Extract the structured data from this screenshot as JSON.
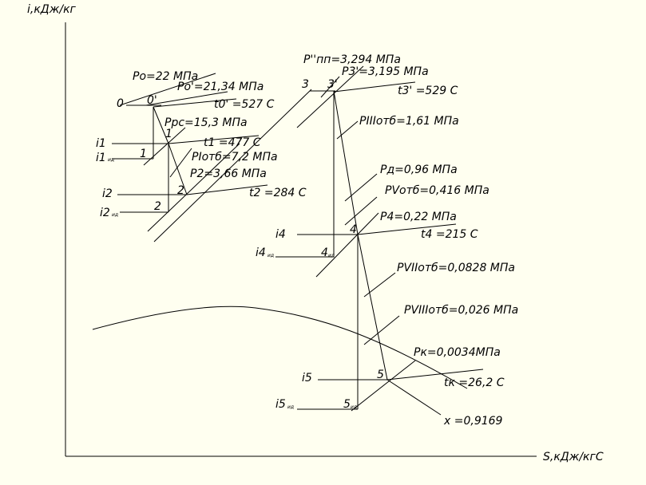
{
  "axes": {
    "y_label": "i,кДж/кг",
    "x_label": "S,кДж/кгС"
  },
  "points": {
    "p0": "0",
    "p0p": "0'",
    "p1": "1",
    "p1b": "1",
    "p2": "2",
    "p2b": "2",
    "p3": "3",
    "p3p": "3'",
    "p4": "4",
    "p4b": "4",
    "p5": "5",
    "p5b": "5"
  },
  "enthalpy_labels": {
    "i1": "i1",
    "i1_main": "i1",
    "i1_sub": "ид",
    "i2": "i2",
    "i2_main": "i2",
    "i2_sub": "ид",
    "i4": "i4",
    "i4_main": "i4",
    "i4_sub": "ид",
    "i5": "i5",
    "i5_main": "i5",
    "i5_sub": "ид",
    "p4b_sub": "ид",
    "p5b_sub": "ид"
  },
  "pressures": {
    "po": "Po=22 МПа",
    "po_p": "Po'=21,34 МПа",
    "ppc": "Ррс=15,3 МПа",
    "p1otb": "РIотб=7,2 МПа",
    "p2": "Р2=3,66 МПа",
    "ppp": "Р''пп=3,294 МПа",
    "p3p": "Р3'=3,195 МПа",
    "p3otb": "РIIIотб=1,61 МПа",
    "pd": "Рд=0,96 МПа",
    "p5otb": "РVотб=0,416 МПа",
    "p4": "Р4=0,22 МПа",
    "p7otb": "РVIIотб=0,0828 МПа",
    "p8otb": "РVIIIотб=0,026 МПа",
    "pk": "Рк=0,0034МПа"
  },
  "temperatures": {
    "t0p": "t0' =527 С",
    "t1": "t1 =477 С",
    "t2": "t2 =284 С",
    "t3p": "t3' =529 С",
    "t4": "t4 =215 С",
    "tk": "tк =26,2 С"
  },
  "dryness": "х =0,9169"
}
